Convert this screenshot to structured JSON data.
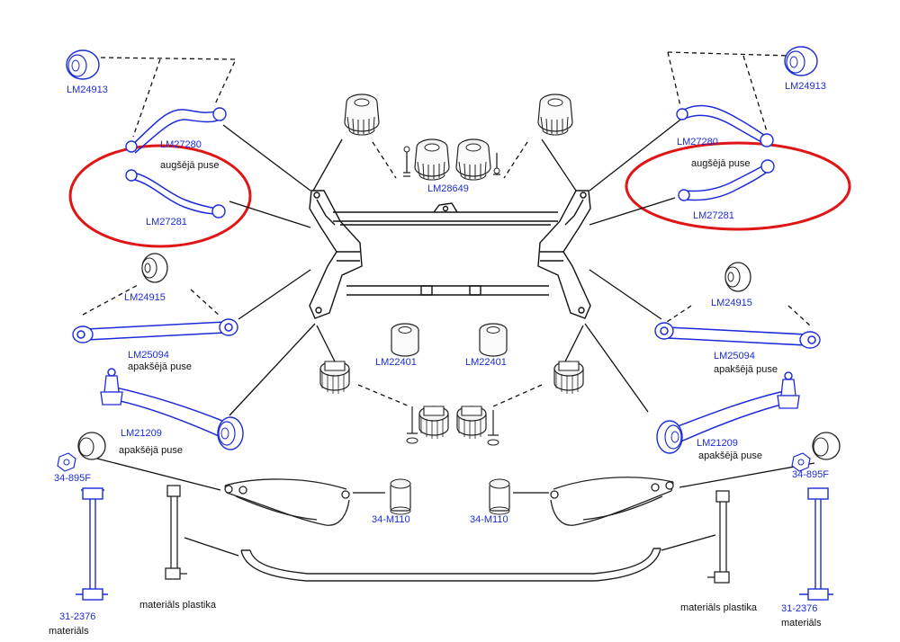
{
  "colors": {
    "line": "#111111",
    "part_outline": "#222222",
    "part_blue": "#1c2bd8",
    "highlight_circle": "#e01515",
    "background": "#ffffff"
  },
  "labels": {
    "lm24913_left": "LM24913",
    "lm24913_right": "LM24913",
    "lm27280_left": "LM27280",
    "lm27280_right": "LM27280",
    "augseja_left": "augšējā puse",
    "augseja_right": "augšējā puse",
    "lm27281_left": "LM27281",
    "lm27281_right": "LM27281",
    "lm28649": "LM28649",
    "lm24915_left": "LM24915",
    "lm24915_right": "LM24915",
    "lm25094_left": "LM25094",
    "lm25094_right": "LM25094",
    "apakseja_25094_left": "apakšējā puse",
    "apakseja_25094_right": "apakšējā puse",
    "lm22401_left": "LM22401",
    "lm22401_right": "LM22401",
    "lm21209_left": "LM21209",
    "lm21209_right": "LM21209",
    "apakseja_21209_left": "apakšējā puse",
    "apakseja_21209_right": "apakšējā puse",
    "p34895f_left": "34-895F",
    "p34895f_right": "34-895F",
    "m110_left": "34-M110",
    "m110_right": "34-M110",
    "p312376_left": "31-2376",
    "p312376_right": "31-2376",
    "materials_left": "materiāls",
    "materials_right": "materiāls",
    "plastika_left": "materiāls plastika",
    "plastika_right": "materiāls plastika"
  }
}
